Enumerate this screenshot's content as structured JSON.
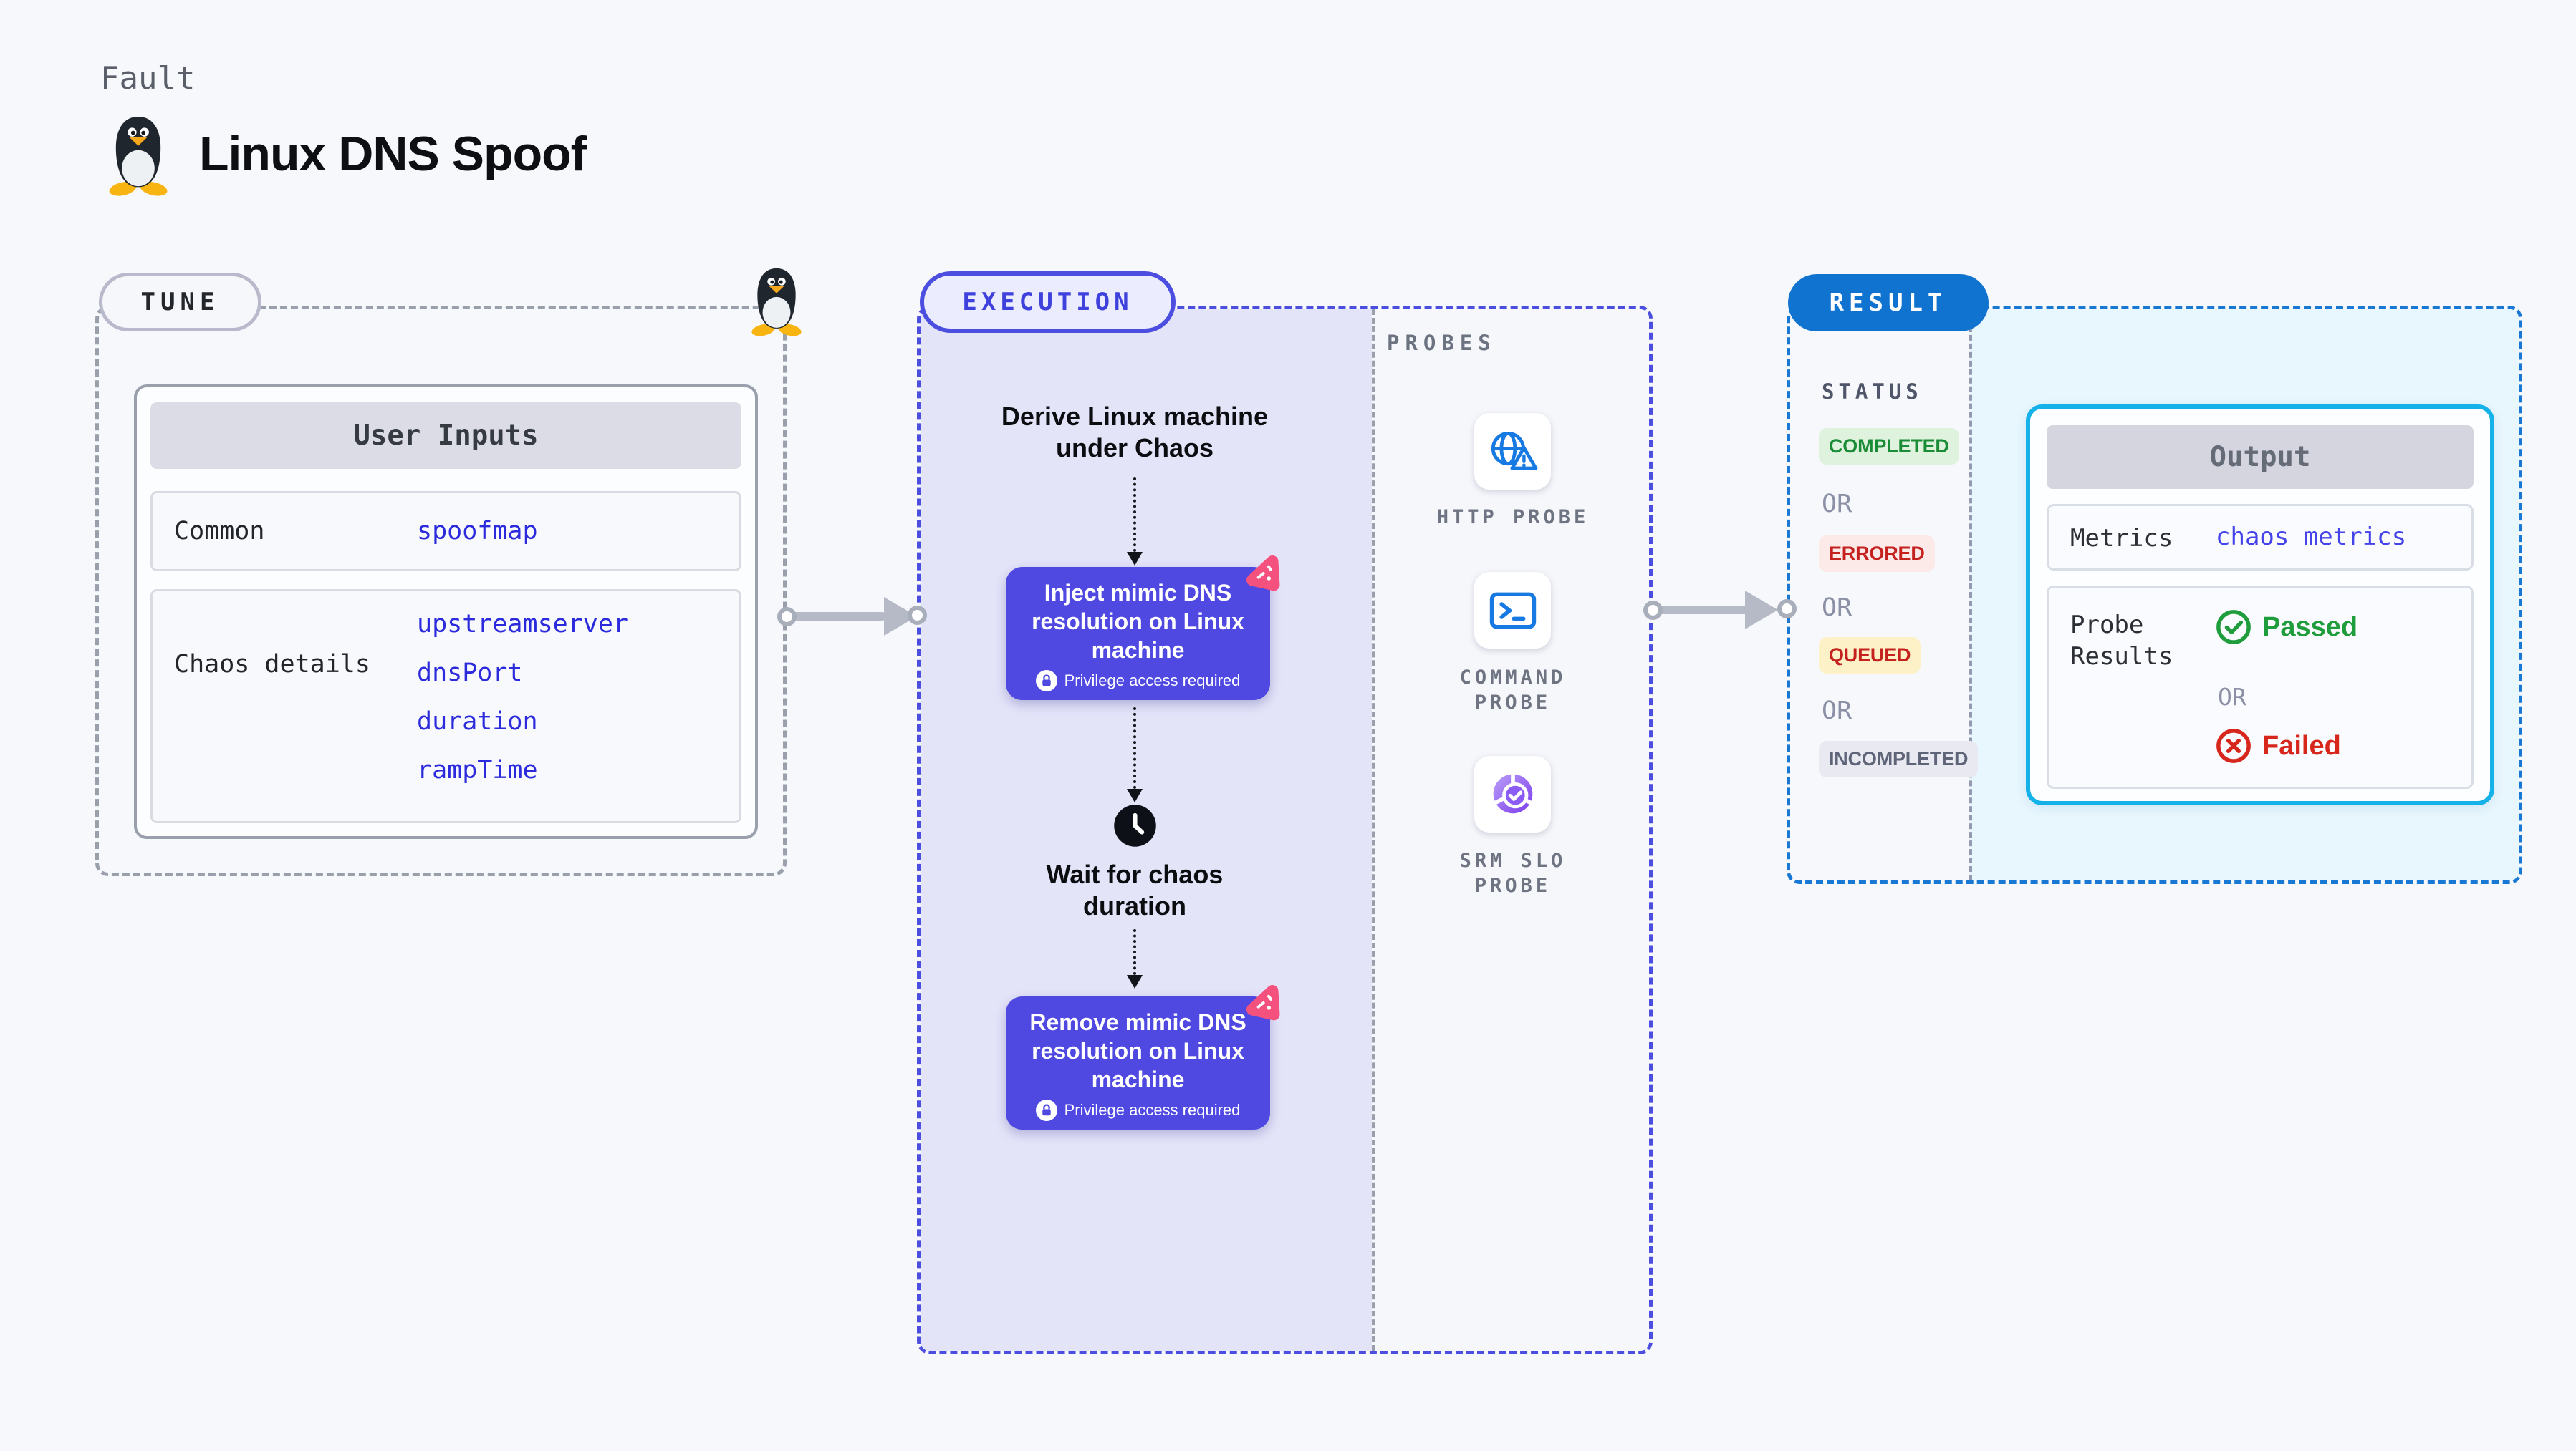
{
  "header": {
    "eyebrow": "Fault",
    "title": "Linux DNS Spoof"
  },
  "tune": {
    "badge": "TUNE",
    "user_inputs": {
      "title": "User Inputs",
      "rows": [
        {
          "label": "Common",
          "values": [
            "spoofmap"
          ]
        },
        {
          "label": "Chaos details",
          "values": [
            "upstreamserver",
            "dnsPort",
            "duration",
            "rampTime"
          ]
        }
      ]
    }
  },
  "execution": {
    "badge": "EXECUTION",
    "flow": {
      "derive": "Derive Linux machine under Chaos",
      "inject": "Inject mimic DNS resolution on Linux machine",
      "inject_note": "Privilege access required",
      "wait": "Wait for chaos duration",
      "remove": "Remove mimic DNS resolution on Linux machine",
      "remove_note": "Privilege access required"
    },
    "probes": {
      "heading": "PROBES",
      "items": [
        {
          "label": "HTTP PROBE",
          "icon": "globe-alert-icon"
        },
        {
          "label": "COMMAND PROBE",
          "icon": "terminal-icon"
        },
        {
          "label": "SRM SLO PROBE",
          "icon": "slo-donut-check-icon"
        }
      ]
    }
  },
  "result": {
    "badge": "RESULT",
    "status": {
      "heading": "STATUS",
      "separator": "OR",
      "badges": [
        {
          "label": "COMPLETED",
          "fg": "#1b8c36",
          "bg": "#def2dd"
        },
        {
          "label": "ERRORED",
          "fg": "#c5221f",
          "bg": "#fceae8"
        },
        {
          "label": "QUEUED",
          "fg": "#c5221f",
          "bg": "#fcf1c7"
        },
        {
          "label": "INCOMPLETED",
          "fg": "#5f6578",
          "bg": "#e9e9f1"
        }
      ]
    },
    "output": {
      "title": "Output",
      "metrics_label": "Metrics",
      "metrics_value": "chaos metrics",
      "probe_results_label": "Probe Results",
      "passed": "Passed",
      "separator": "OR",
      "failed": "Failed"
    }
  },
  "icons": {
    "fault": "tux-icon",
    "privilege": "lock-icon",
    "step_corner": "chaos-icon",
    "wait": "clock-icon",
    "passed": "check-circle-icon",
    "failed": "x-circle-icon"
  },
  "colors": {
    "page_bg": "#f7f8fb",
    "tune_dash": "#99a0ac",
    "execution_accent": "#4c4ee0",
    "execution_bg": "#e4e4f9",
    "result_accent": "#1878d3",
    "result_bg": "#e8f6fd",
    "step_box": "#4f49e2",
    "code_blue": "#2b2bdd",
    "passed_green": "#1f9c3b",
    "failed_red": "#d7271d",
    "probe_icon_blue": "#177ae2",
    "chaos_pink": "#f4517e",
    "arrow_gray": "#b6bac7",
    "output_border": "#14b2e8"
  }
}
